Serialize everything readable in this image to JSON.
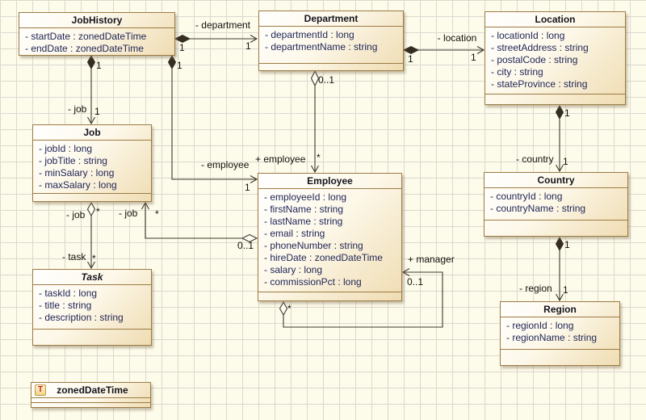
{
  "classes": {
    "jobHistory": {
      "name": "JobHistory",
      "attributes": [
        "- startDate : zonedDateTime",
        "- endDate : zonedDateTime"
      ]
    },
    "department": {
      "name": "Department",
      "attributes": [
        "- departmentId : long",
        "- departmentName : string"
      ]
    },
    "location": {
      "name": "Location",
      "attributes": [
        "- locationId : long",
        "- streetAddress : string",
        "- postalCode : string",
        "- city : string",
        "- stateProvince : string"
      ]
    },
    "job": {
      "name": "Job",
      "attributes": [
        "- jobId : long",
        "- jobTitle : string",
        "- minSalary : long",
        "- maxSalary : long"
      ]
    },
    "employee": {
      "name": "Employee",
      "attributes": [
        "- employeeId : long",
        "- firstName : string",
        "- lastName : string",
        "- email : string",
        "- phoneNumber : string",
        "- hireDate : zonedDateTime",
        "- salary : long",
        "- commissionPct : long"
      ]
    },
    "country": {
      "name": "Country",
      "attributes": [
        "- countryId : long",
        "- countryName : string"
      ]
    },
    "region": {
      "name": "Region",
      "attributes": [
        "- regionId : long",
        "- regionName : string"
      ]
    },
    "task": {
      "name": "Task",
      "attributes": [
        "- taskId : long",
        "- title : string",
        "- description : string"
      ]
    }
  },
  "datatype": {
    "name": "zonedDateTime",
    "icon_letter": "T"
  },
  "edges": {
    "jobhistoryDepartment": {
      "label": "- department",
      "source_mult": "1",
      "target_mult": "1"
    },
    "departmentLocation": {
      "label": "- location",
      "source_mult": "1",
      "target_mult": "1"
    },
    "departmentEmployee": {
      "label": "+ employee",
      "source_mult": "0..1",
      "target_mult": "*"
    },
    "jobhistoryJob": {
      "label": "- job",
      "source_mult": "1",
      "target_mult": "1"
    },
    "jobhistoryEmployee": {
      "label": "- employee",
      "source_mult": "1",
      "target_mult": "1"
    },
    "employeeJob": {
      "label": "- job",
      "source_mult": "0..1",
      "target_mult": "*"
    },
    "jobTask": {
      "source_label": "- job",
      "source_mult": "*",
      "target_label": "- task",
      "target_mult": "*"
    },
    "employeeManager": {
      "label": "+ manager",
      "source_mult": "*",
      "target_mult": "0..1"
    },
    "locationCountry": {
      "label": "- country",
      "source_mult": "1",
      "target_mult": "1"
    },
    "countryRegion": {
      "label": "- region",
      "source_mult": "1",
      "target_mult": "1"
    }
  },
  "colors": {
    "box_border": "#9c7b44",
    "box_fill": "#efdcb2",
    "attr_text": "#1e2456",
    "canvas": "#fdfbea"
  }
}
